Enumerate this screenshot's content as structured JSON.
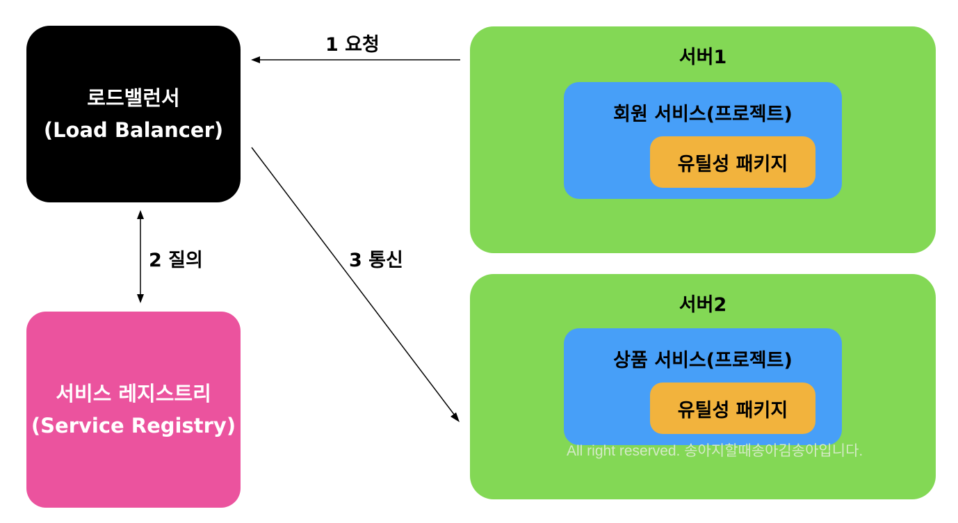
{
  "load_balancer": {
    "line1": "로드밸런서",
    "line2": "(Load Balancer)"
  },
  "service_registry": {
    "line1": "서비스 레지스트리",
    "line2": "(Service Registry)"
  },
  "server1": {
    "title": "서버1",
    "service": "회원 서비스(프로젝트)",
    "package": "유틸성 패키지"
  },
  "server2": {
    "title": "서버2",
    "service": "상품 서비스(프로젝트)",
    "package": "유틸성 패키지"
  },
  "edges": {
    "request": "1 요청",
    "query": "2 질의",
    "communicate": "3 통신"
  },
  "watermark": "All right reserved. 송아지할때송아김송아입니다.",
  "colors": {
    "load_balancer": "#000000",
    "service_registry": "#eb539e",
    "server": "#83d855",
    "service": "#479ff8",
    "package": "#f2b33d"
  }
}
